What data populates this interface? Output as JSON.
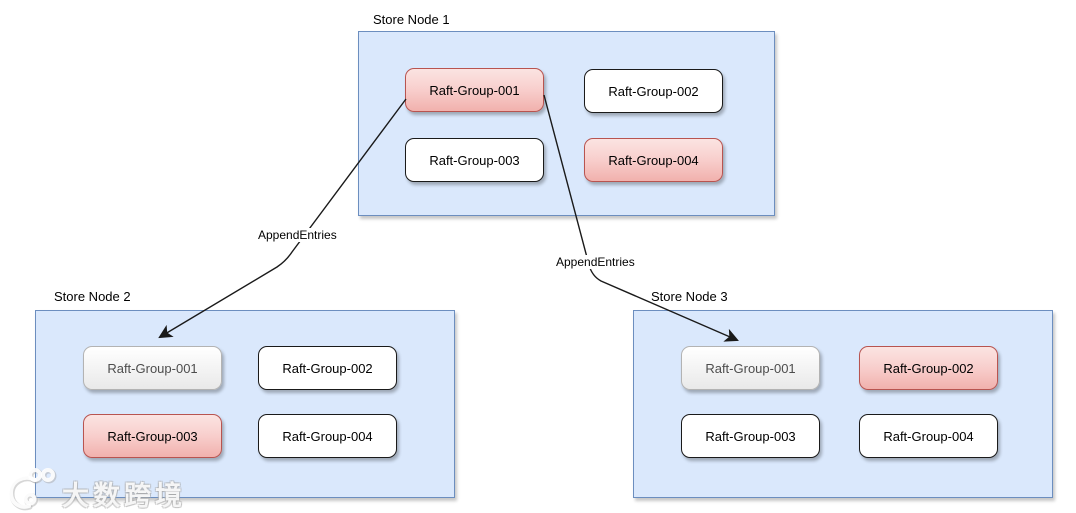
{
  "diagram": {
    "type": "raft-replication-topology",
    "colors": {
      "node_fill": "#dae8fc",
      "node_border": "#6c8ebf",
      "leader_group_fill_top": "#fbe4e2",
      "leader_group_fill_bottom": "#f1b1ad",
      "leader_group_border": "#b85450",
      "plain_group_fill": "#ffffff",
      "plain_group_border": "#1a1a1a",
      "muted_group_fill_bottom": "#e9e9e9",
      "muted_group_border": "#b3b3b3",
      "arrow": "#1a1a1a"
    },
    "nodes": [
      {
        "title": "Store Node 1",
        "groups": [
          {
            "label": "Raft-Group-001",
            "style": "pink"
          },
          {
            "label": "Raft-Group-002",
            "style": "white"
          },
          {
            "label": "Raft-Group-003",
            "style": "white"
          },
          {
            "label": "Raft-Group-004",
            "style": "pink"
          }
        ]
      },
      {
        "title": "Store Node 2",
        "groups": [
          {
            "label": "Raft-Group-001",
            "style": "gray"
          },
          {
            "label": "Raft-Group-002",
            "style": "white"
          },
          {
            "label": "Raft-Group-003",
            "style": "pink"
          },
          {
            "label": "Raft-Group-004",
            "style": "white"
          }
        ]
      },
      {
        "title": "Store Node 3",
        "groups": [
          {
            "label": "Raft-Group-001",
            "style": "gray"
          },
          {
            "label": "Raft-Group-002",
            "style": "pink"
          },
          {
            "label": "Raft-Group-003",
            "style": "white"
          },
          {
            "label": "Raft-Group-004",
            "style": "white"
          }
        ]
      }
    ],
    "edges": [
      {
        "label": "AppendEntries",
        "from": "Store Node 1 / Raft-Group-001",
        "to": "Store Node 2 / Raft-Group-001"
      },
      {
        "label": "AppendEntries",
        "from": "Store Node 1 / Raft-Group-001",
        "to": "Store Node 3 / Raft-Group-001"
      }
    ]
  },
  "watermark": {
    "text": "大数跨境"
  }
}
